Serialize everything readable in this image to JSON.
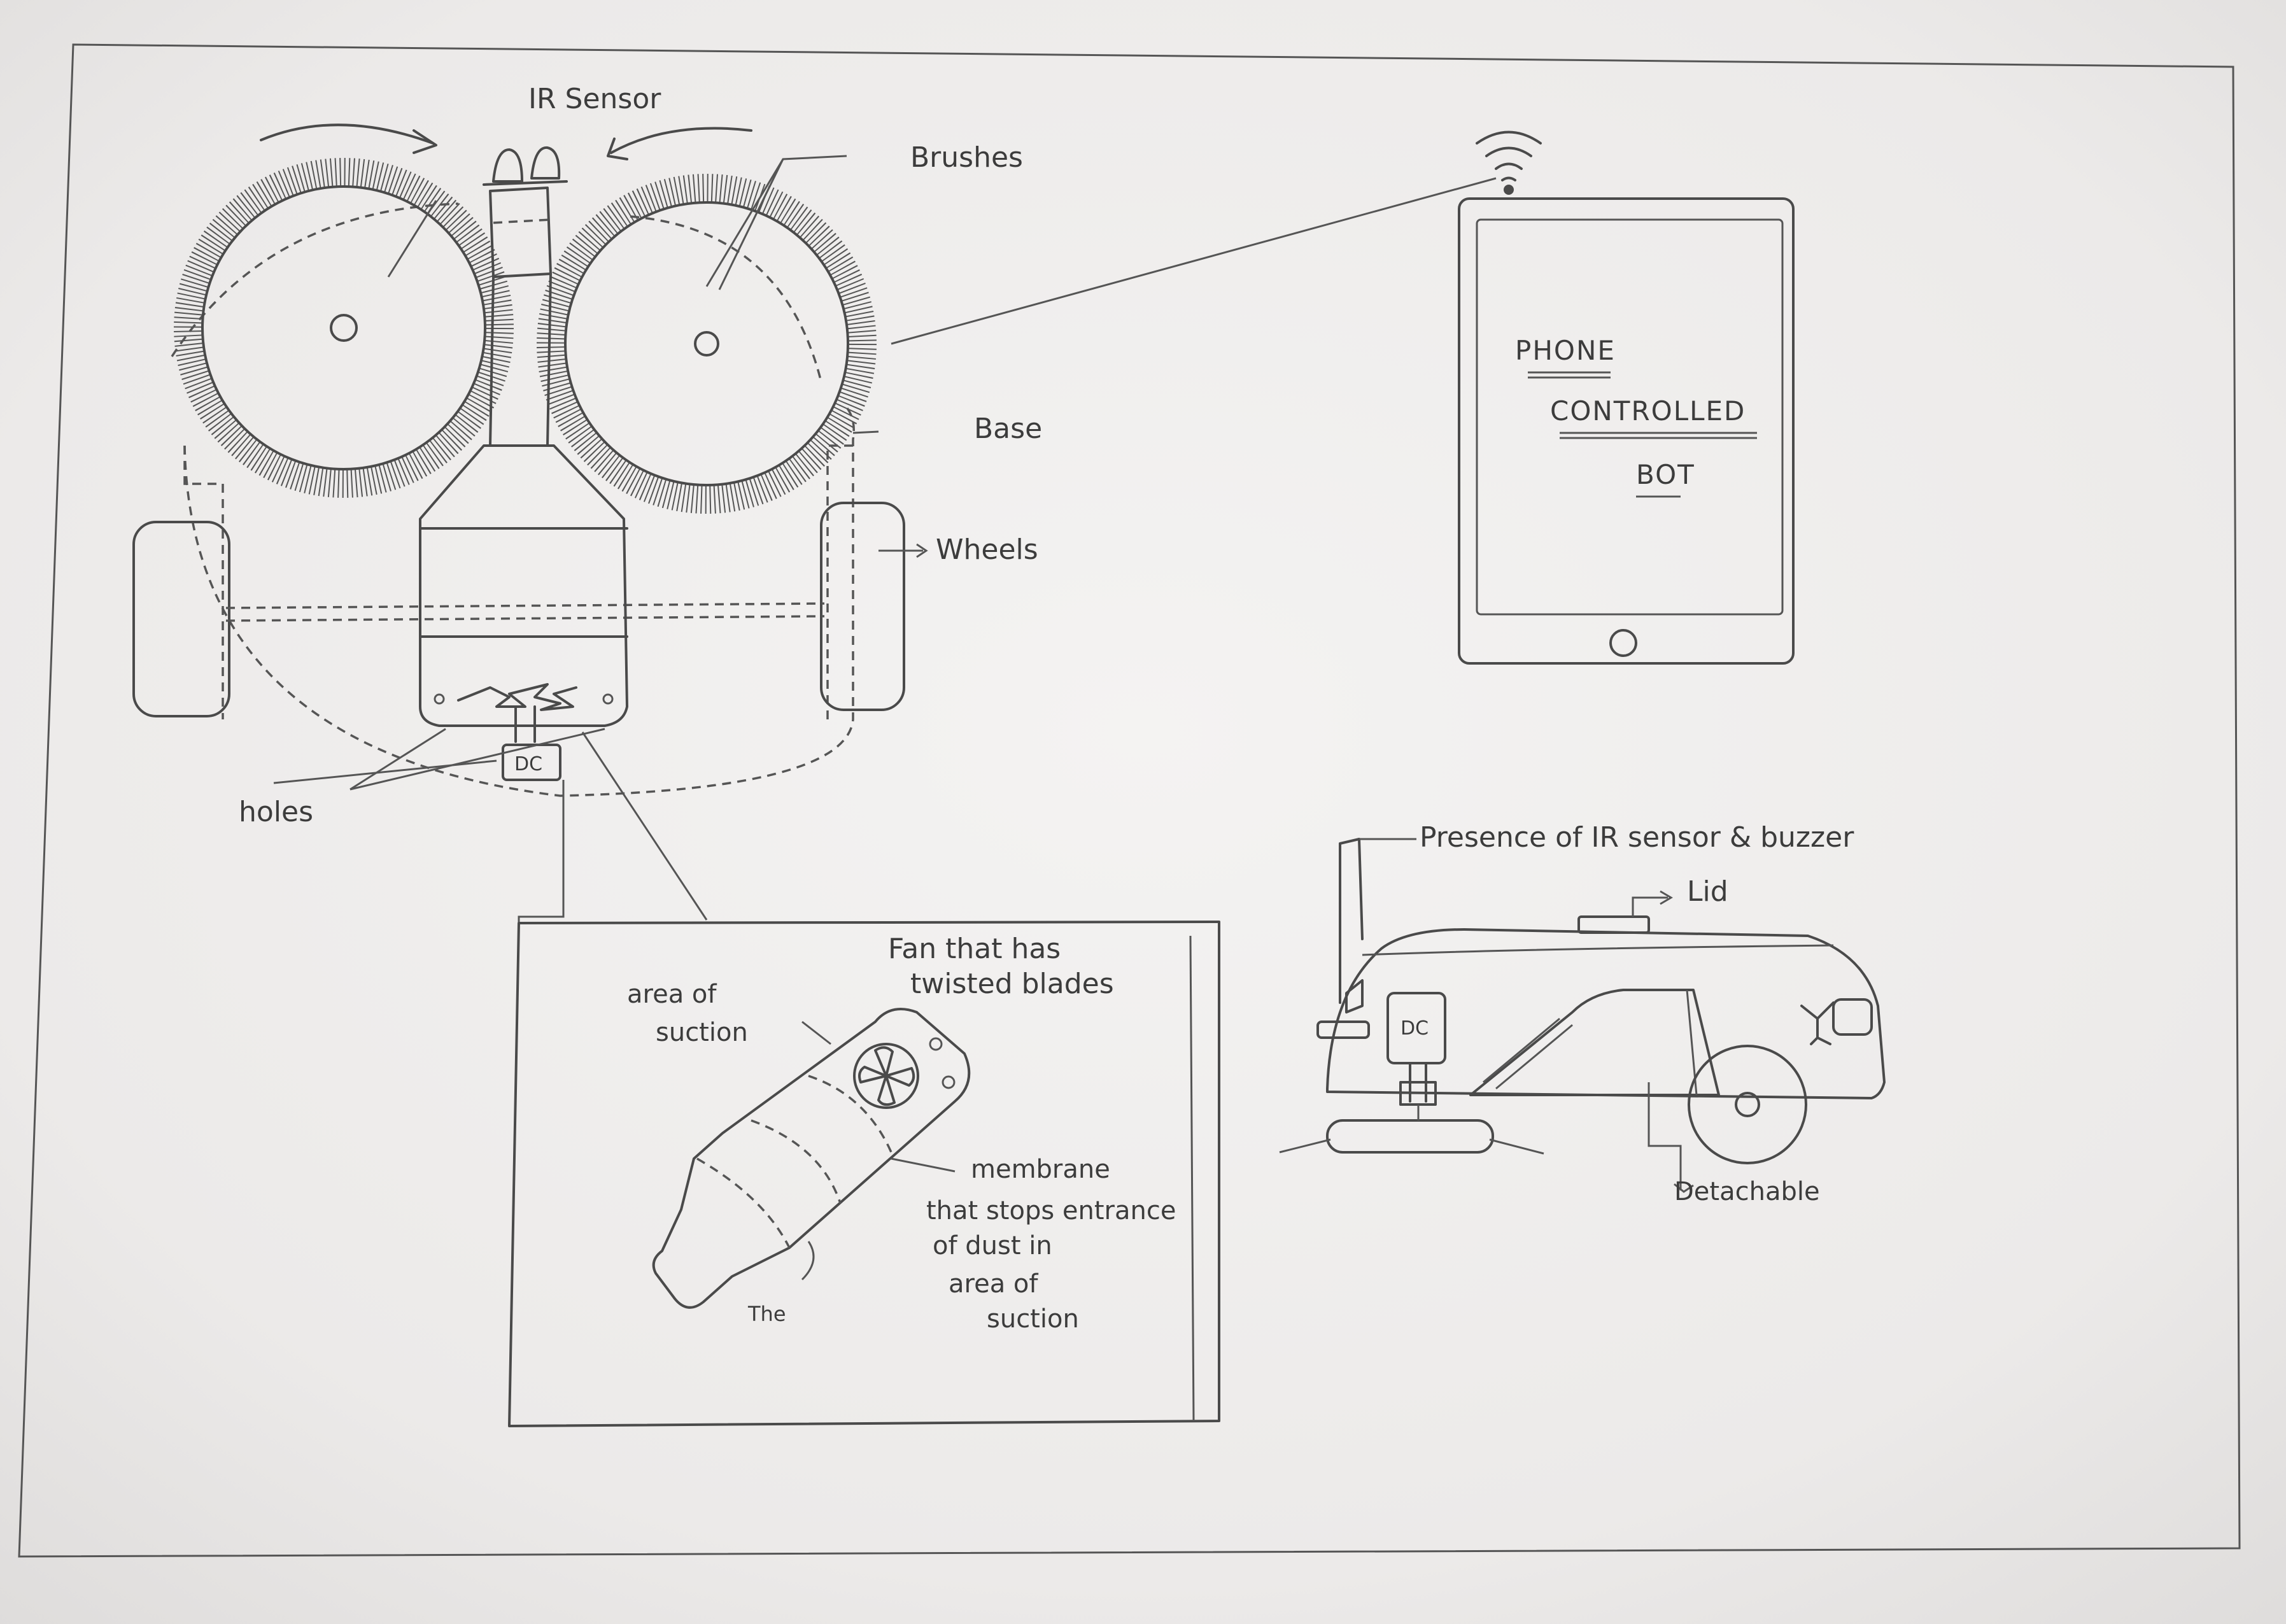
{
  "labels": {
    "ir_sensor": "IR Sensor",
    "brushes": "Brushes",
    "base": "Base",
    "wheels": "Wheels",
    "holes": "holes",
    "dc_top": "DC",
    "dc_side": "DC",
    "presence": "Presence of IR sensor & buzzer",
    "lid": "Lid",
    "detachable": "Detachable"
  },
  "phone": {
    "line1": "PHONE",
    "line2": "CONTROLLED",
    "line3": "BOT"
  },
  "inset": {
    "fan_line1": "Fan that has",
    "fan_line2": "twisted blades",
    "area_line1": "area of",
    "area_line2": "suction",
    "membrane_line1": "membrane",
    "membrane_line2": "that stops entrance",
    "membrane_line3": "of dust in",
    "membrane_line4": "area of",
    "membrane_line5": "suction",
    "the": "The"
  },
  "colors": {
    "paper": "#f1f0ef",
    "ink": "#4a4a4a",
    "background": "#dcdad9"
  },
  "icons": [
    "wifi-icon",
    "fan-icon",
    "home-button-icon"
  ]
}
